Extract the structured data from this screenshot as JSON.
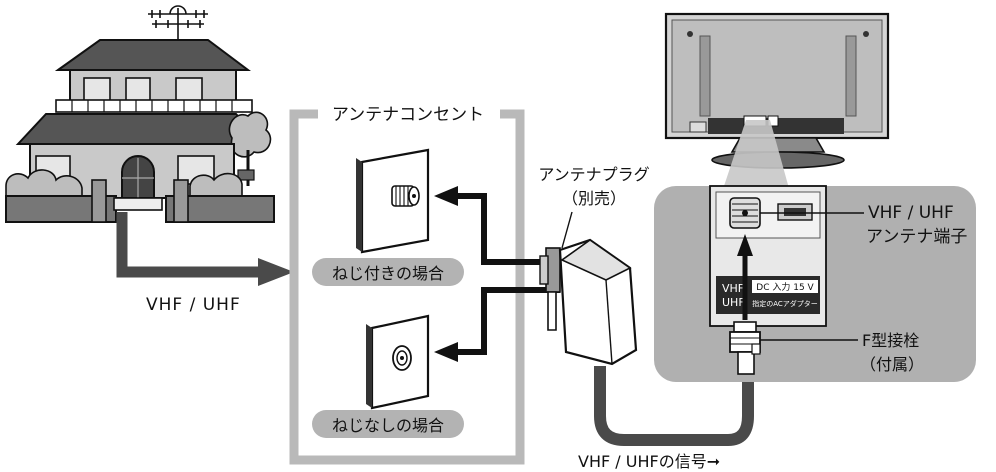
{
  "outlet": {
    "title": "アンテナコンセント"
  },
  "panels": {
    "threaded": {
      "label": "ねじ付きの場合"
    },
    "plain": {
      "label": "ねじなしの場合"
    }
  },
  "signal_labels": {
    "house_out": "VHF / UHF",
    "bottom": "VHF / UHFの信号➞"
  },
  "plug": {
    "line1": "アンテナプラグ",
    "line2": "（別売）"
  },
  "tv": {
    "terminal_line1": "VHF / UHF",
    "terminal_line2": "アンテナ端子",
    "connector_line1": "F型接栓",
    "connector_line2": "（付属）",
    "panel_port_line1": "VHF",
    "panel_port_line2": "UHF",
    "dc_label": "DC 入力 15 V",
    "adapter_note": "指定のACアダプター"
  },
  "colors": {
    "frame": "#b9b9b9",
    "cable": "#4a4a4a",
    "label_pill": "#b3b3b3",
    "zoom_panel": "#b0b0b0"
  }
}
